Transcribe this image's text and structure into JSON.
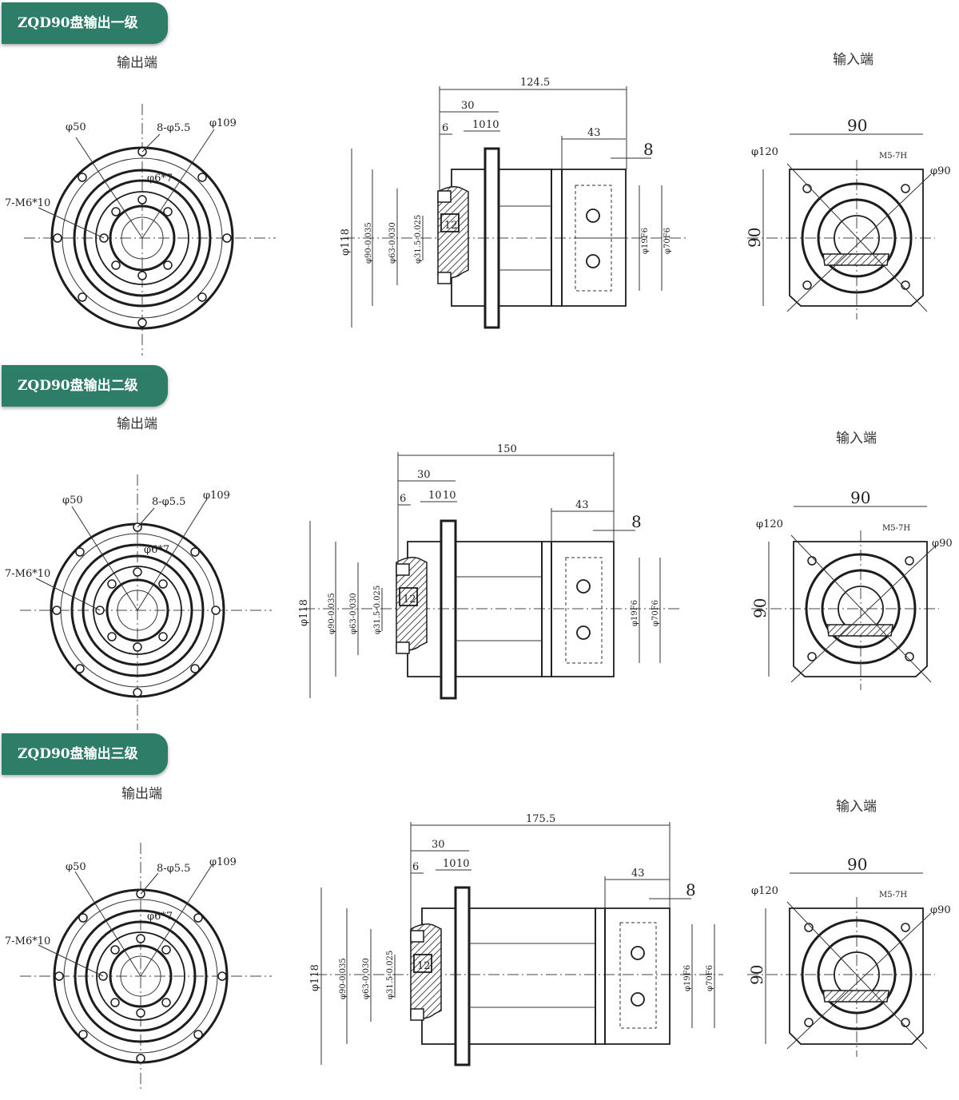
{
  "sections": [
    {
      "title": "ZQD90盘输出一级",
      "output_label": "输出端",
      "input_label": "输入端",
      "front": {
        "d_bolt_circle": "φ50",
        "d_holes": "8-φ5.5",
        "d_outer": "φ109",
        "pin": "φ6*7",
        "threads": "7-M6*10"
      },
      "side": {
        "total_length": "124.5",
        "len_30": "30",
        "len_6": "6",
        "len_10a": "10",
        "len_10b": "10",
        "len_43": "43",
        "len_8": "8",
        "len_12": "12",
        "d118": "φ118",
        "d90": "φ90-0.035",
        "d63": "φ63-0.030",
        "d31": "φ31.5-0.025",
        "d19": "φ19F6",
        "d70": "φ70F6"
      },
      "end": {
        "width": "90",
        "height": "90",
        "d120": "φ120",
        "d90": "φ90",
        "thread": "M5-7H"
      }
    },
    {
      "title": "ZQD90盘输出二级",
      "output_label": "输出端",
      "input_label": "输入端",
      "front": {
        "d_bolt_circle": "φ50",
        "d_holes": "8-φ5.5",
        "d_outer": "φ109",
        "pin": "φ6*7",
        "threads": "7-M6*10"
      },
      "side": {
        "total_length": "150",
        "len_30": "30",
        "len_6": "6",
        "len_10a": "10",
        "len_10b": "10",
        "len_43": "43",
        "len_8": "8",
        "len_12": "12",
        "d118": "φ118",
        "d90": "φ90-0.035",
        "d63": "φ63-0.030",
        "d31": "φ31.5-0.025",
        "d19": "φ19F6",
        "d70": "φ70F6"
      },
      "end": {
        "width": "90",
        "height": "90",
        "d120": "φ120",
        "d90": "φ90",
        "thread": "M5-7H"
      }
    },
    {
      "title": "ZQD90盘输出三级",
      "output_label": "输出端",
      "input_label": "输入端",
      "front": {
        "d_bolt_circle": "φ50",
        "d_holes": "8-φ5.5",
        "d_outer": "φ109",
        "pin": "φ6*7",
        "threads": "7-M6*10"
      },
      "side": {
        "total_length": "175.5",
        "len_30": "30",
        "len_6": "6",
        "len_10a": "10",
        "len_10b": "10",
        "len_43": "43",
        "len_8": "8",
        "len_12": "12",
        "d118": "φ118",
        "d90": "φ90-0.035",
        "d63": "φ63-0.030",
        "d31": "φ31.5-0.025",
        "d19": "φ19F6",
        "d70": "φ70F6"
      },
      "end": {
        "width": "90",
        "height": "90",
        "d120": "φ120",
        "d90": "φ90",
        "thread": "M5-7H"
      }
    }
  ]
}
